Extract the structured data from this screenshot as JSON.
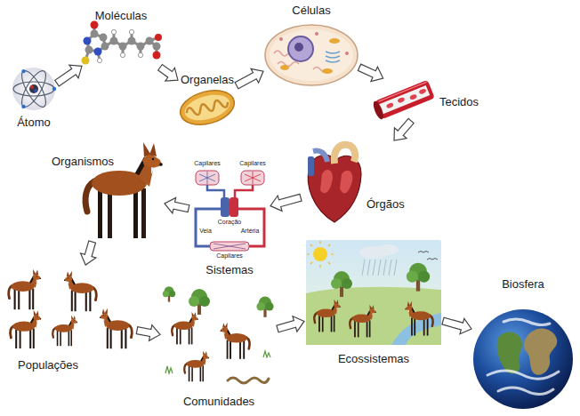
{
  "diagram": {
    "nodes": [
      {
        "text": [
          "Átomo"
        ]
      },
      {
        "text": [
          "Moléculas"
        ]
      },
      {
        "text": [
          "Organelas"
        ]
      },
      {
        "text": [
          "Células"
        ]
      },
      {
        "text": [
          "Tecidos"
        ]
      },
      {
        "text": [
          "Órgãos"
        ]
      },
      {
        "text": [
          "Sistemas"
        ]
      },
      {
        "text": [
          "Organismos"
        ]
      },
      {
        "text": [
          "Populações"
        ]
      },
      {
        "text": [
          "Comunidades"
        ]
      },
      {
        "text": [
          "Ecossistemas"
        ]
      },
      {
        "text": [
          "Biosfera"
        ]
      }
    ],
    "edges": [
      {
        "from": 0,
        "to": 1,
        "arrow": "to"
      },
      {
        "from": 1,
        "to": 2,
        "arrow": "to"
      },
      {
        "from": 2,
        "to": 3,
        "arrow": "to"
      },
      {
        "from": 3,
        "to": 4,
        "arrow": "to"
      },
      {
        "from": 4,
        "to": 5,
        "arrow": "to"
      },
      {
        "from": 5,
        "to": 6,
        "arrow": "to"
      },
      {
        "from": 6,
        "to": 7,
        "arrow": "to"
      },
      {
        "from": 7,
        "to": 8,
        "arrow": "to"
      },
      {
        "from": 8,
        "to": 9,
        "arrow": "to"
      },
      {
        "from": 9,
        "to": 10,
        "arrow": "to"
      },
      {
        "from": 10,
        "to": 11,
        "arrow": "to"
      }
    ],
    "labels": [
      "Capilares",
      "Capilares",
      "Coração",
      "Veia",
      "Artéria",
      "Capilares"
    ]
  }
}
